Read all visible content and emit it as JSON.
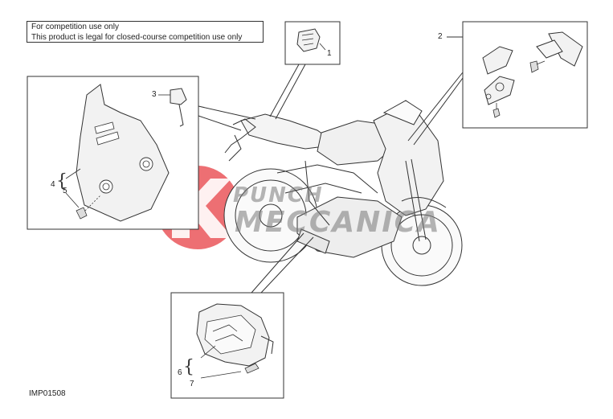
{
  "notice": {
    "line1": "For competition use only",
    "line2": "This product is legal for closed-course competition use only"
  },
  "callouts": [
    "1",
    "2",
    "3",
    "4",
    "5",
    "6",
    "7"
  ],
  "reference_code": "IMP01508",
  "watermark": {
    "top_word": "PUNCH",
    "bottom_word": "MECCANICA",
    "accent_color": "#e8474c"
  },
  "colors": {
    "line": "#333333",
    "part_fill": "#f2f2f2"
  }
}
